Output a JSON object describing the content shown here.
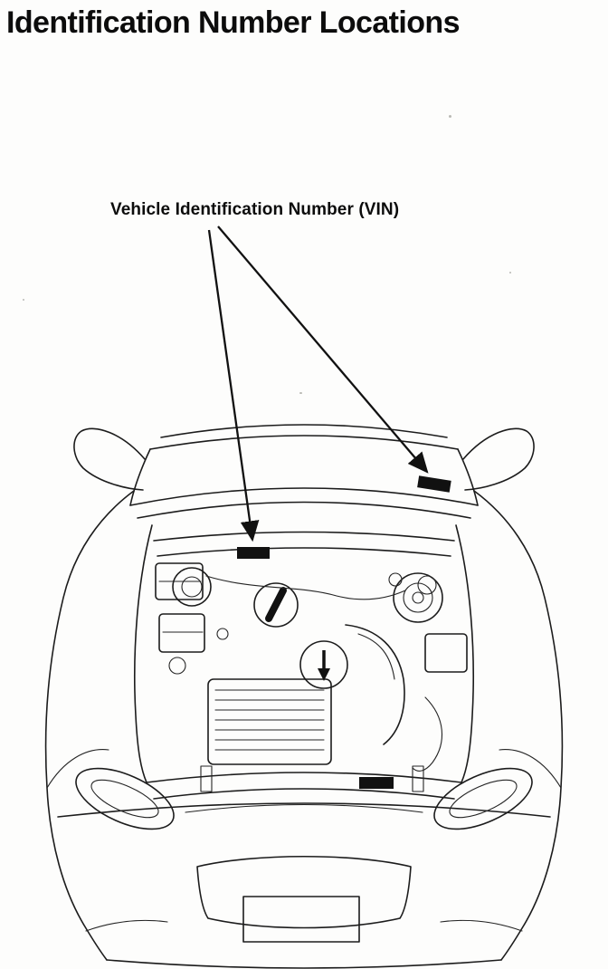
{
  "page": {
    "title": "Identification Number Locations",
    "background_color": "#fdfdfc",
    "ink_color": "#161616"
  },
  "labels": {
    "vin": "Vehicle Identification Number (VIN)"
  },
  "diagram": {
    "alt": "Front view line drawing of a car with the hood open; two arrows point from the VIN label to a plate in the engine compartment and a plate at the base of the windshield"
  }
}
